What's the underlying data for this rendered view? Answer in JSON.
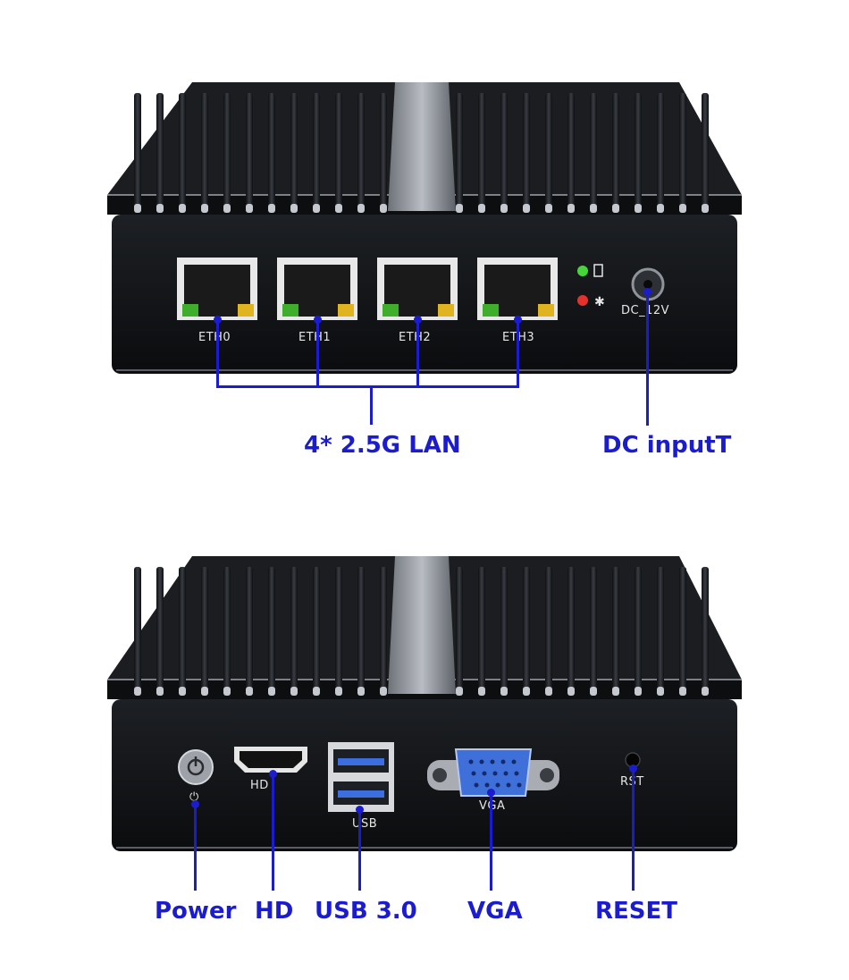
{
  "colors": {
    "callout": "#1c1ccf",
    "chassis": "#151719",
    "fins": "#2a2d31",
    "highlight": "#c8ccd2",
    "vga": "#3f6fd8",
    "usb": "#3d6ee0"
  },
  "top_panel": {
    "ports": [
      {
        "label": "ETH0"
      },
      {
        "label": "ETH1"
      },
      {
        "label": "ETH2"
      },
      {
        "label": "ETH3"
      }
    ],
    "dc_label": "DC_12V",
    "indicators": [
      "power-led-icon",
      "activity-led-icon"
    ]
  },
  "bottom_panel": {
    "hd_label": "HD",
    "usb_label": "USB",
    "vga_label": "VGA",
    "rst_label": "RST",
    "power_symbol": "⏻"
  },
  "callouts": {
    "lan": "4* 2.5G LAN",
    "dc": "DC inputT",
    "power": "Power",
    "hd": "HD",
    "usb": "USB 3.0",
    "vga": "VGA",
    "reset": "RESET"
  }
}
